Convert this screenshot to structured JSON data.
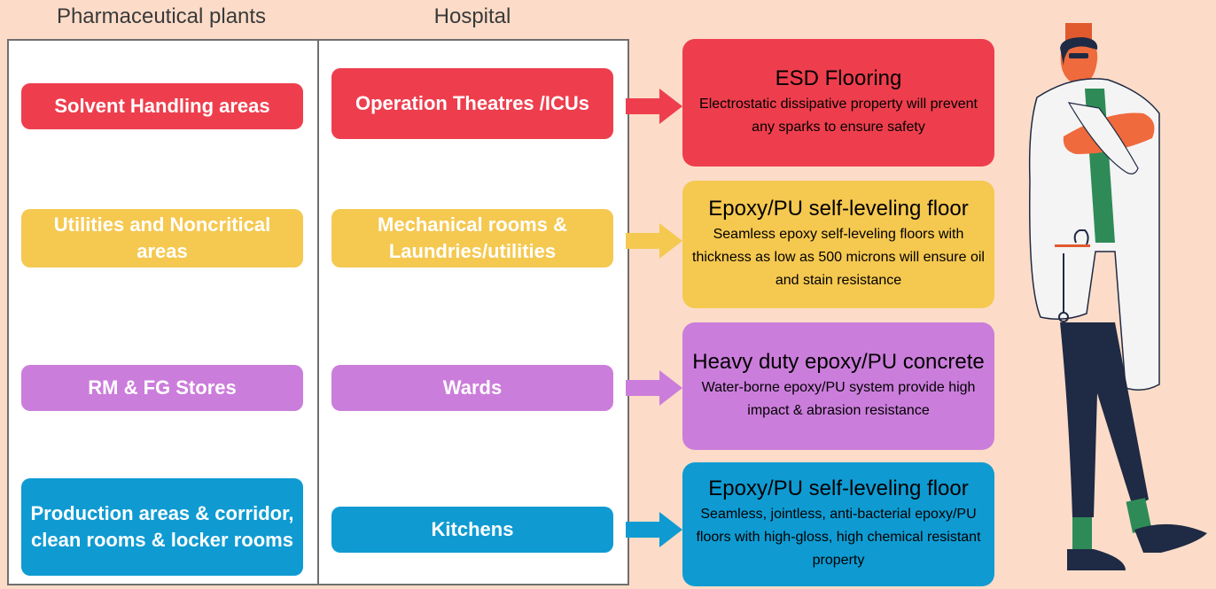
{
  "columns": {
    "pharma_title": "Pharmaceutical plants",
    "hospital_title": "Hospital"
  },
  "colors": {
    "red": "#ee3e4d",
    "yellow": "#f5c850",
    "purple": "#cb7ddb",
    "blue": "#0f9bd2",
    "background": "#fcdcc8"
  },
  "rows": [
    {
      "pharma": "Solvent Handling areas",
      "hospital": "Operation Theatres /ICUs",
      "solution_title": "ESD Flooring",
      "solution_desc": "Electrostatic dissipative property will prevent any sparks to ensure safety"
    },
    {
      "pharma": "Utilities and Noncritical areas",
      "hospital": "Mechanical rooms & Laundries/utilities",
      "solution_title": "Epoxy/PU self-leveling floor",
      "solution_desc": "Seamless epoxy self-leveling floors with thickness as low as 500 microns will ensure oil and stain resistance"
    },
    {
      "pharma": "RM & FG Stores",
      "hospital": "Wards",
      "solution_title": "Heavy duty epoxy/PU concrete",
      "solution_desc": "Water-borne epoxy/PU system provide high impact & abrasion resistance"
    },
    {
      "pharma": "Production areas & corridor, clean rooms & locker rooms",
      "hospital": "Kitchens",
      "solution_title": "Epoxy/PU self-leveling floor",
      "solution_desc": "Seamless, jointless, anti-bacterial epoxy/PU floors with high-gloss, high chemical resistant property"
    }
  ],
  "illustration": {
    "icon": "doctor-illustration"
  }
}
